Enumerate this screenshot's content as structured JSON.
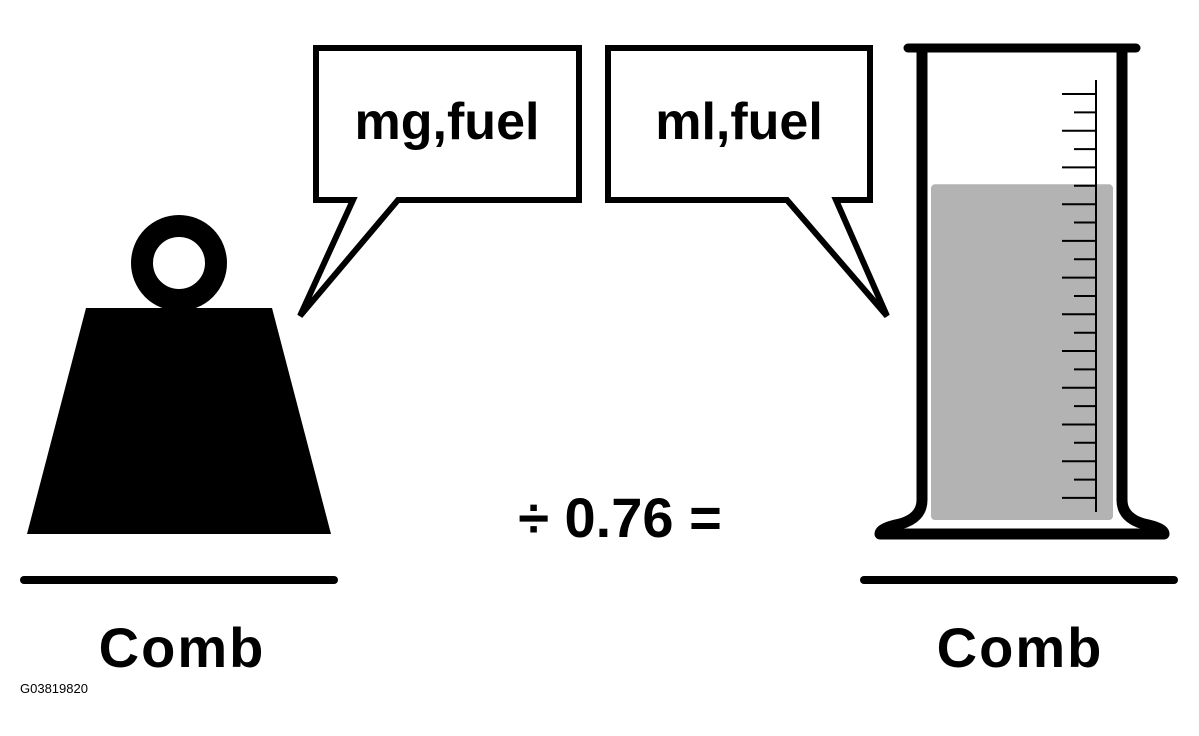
{
  "left": {
    "bubble_text": "mg,fuel",
    "caption": "Comb",
    "icon": "weight-icon"
  },
  "right": {
    "bubble_text": "ml,fuel",
    "caption": "Comb",
    "icon": "graduated-cylinder-icon",
    "liquid_color": "#b3b3b3",
    "fill_fraction": 0.77
  },
  "operation": {
    "text": "÷ 0.76 ="
  },
  "figure_id": "G03819820"
}
